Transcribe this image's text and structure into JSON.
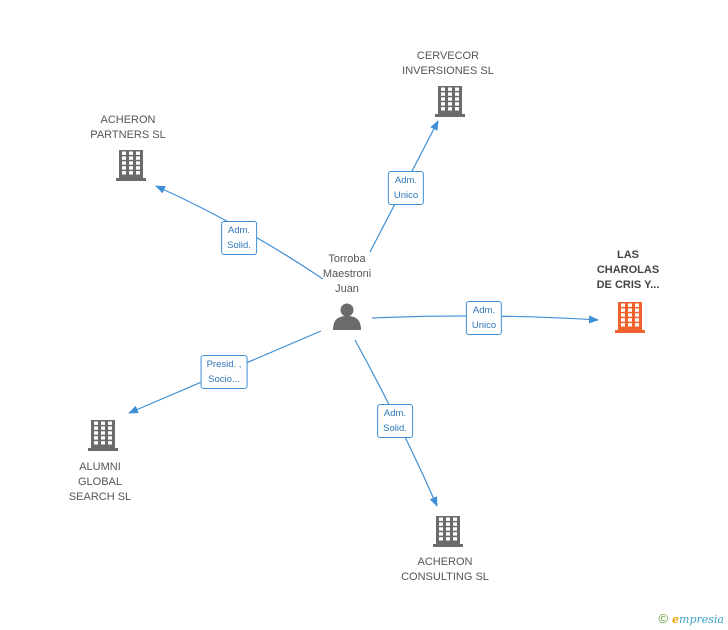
{
  "center": {
    "name_lines": [
      "Torroba",
      "Maestroni",
      "Juan"
    ],
    "icon": "person-icon"
  },
  "companies": [
    {
      "id": "cervecor",
      "lines": [
        "CERVECOR",
        "INVERSIONES SL"
      ],
      "icon": "building-icon",
      "color": "#6b6b6b"
    },
    {
      "id": "acheron-partners",
      "lines": [
        "ACHERON",
        "PARTNERS SL"
      ],
      "icon": "building-icon",
      "color": "#6b6b6b"
    },
    {
      "id": "las-charolas",
      "lines": [
        "LAS",
        "CHAROLAS",
        "DE CRIS Y..."
      ],
      "icon": "building-icon",
      "color": "#f0622d"
    },
    {
      "id": "alumni",
      "lines": [
        "ALUMNI",
        "GLOBAL",
        "SEARCH SL"
      ],
      "icon": "building-icon",
      "color": "#6b6b6b"
    },
    {
      "id": "acheron-consulting",
      "lines": [
        "ACHERON",
        "CONSULTING SL"
      ],
      "icon": "building-icon",
      "color": "#6b6b6b"
    }
  ],
  "edges": [
    {
      "to": "cervecor",
      "lines": [
        "Adm.",
        "Unico"
      ]
    },
    {
      "to": "acheron-partners",
      "lines": [
        "Adm.",
        "Solid."
      ]
    },
    {
      "to": "las-charolas",
      "lines": [
        "Adm.",
        "Unico"
      ]
    },
    {
      "to": "alumni",
      "lines": [
        "Presid. ,",
        "Socio..."
      ]
    },
    {
      "to": "acheron-consulting",
      "lines": [
        "Adm.",
        "Solid."
      ]
    }
  ],
  "colors": {
    "edge": "#3f8fd6",
    "node_icon": "#6b6b6b",
    "highlight": "#f0622d"
  },
  "footer": {
    "copyright": "©",
    "brand_initial": "e",
    "brand_rest": "mpresia"
  }
}
